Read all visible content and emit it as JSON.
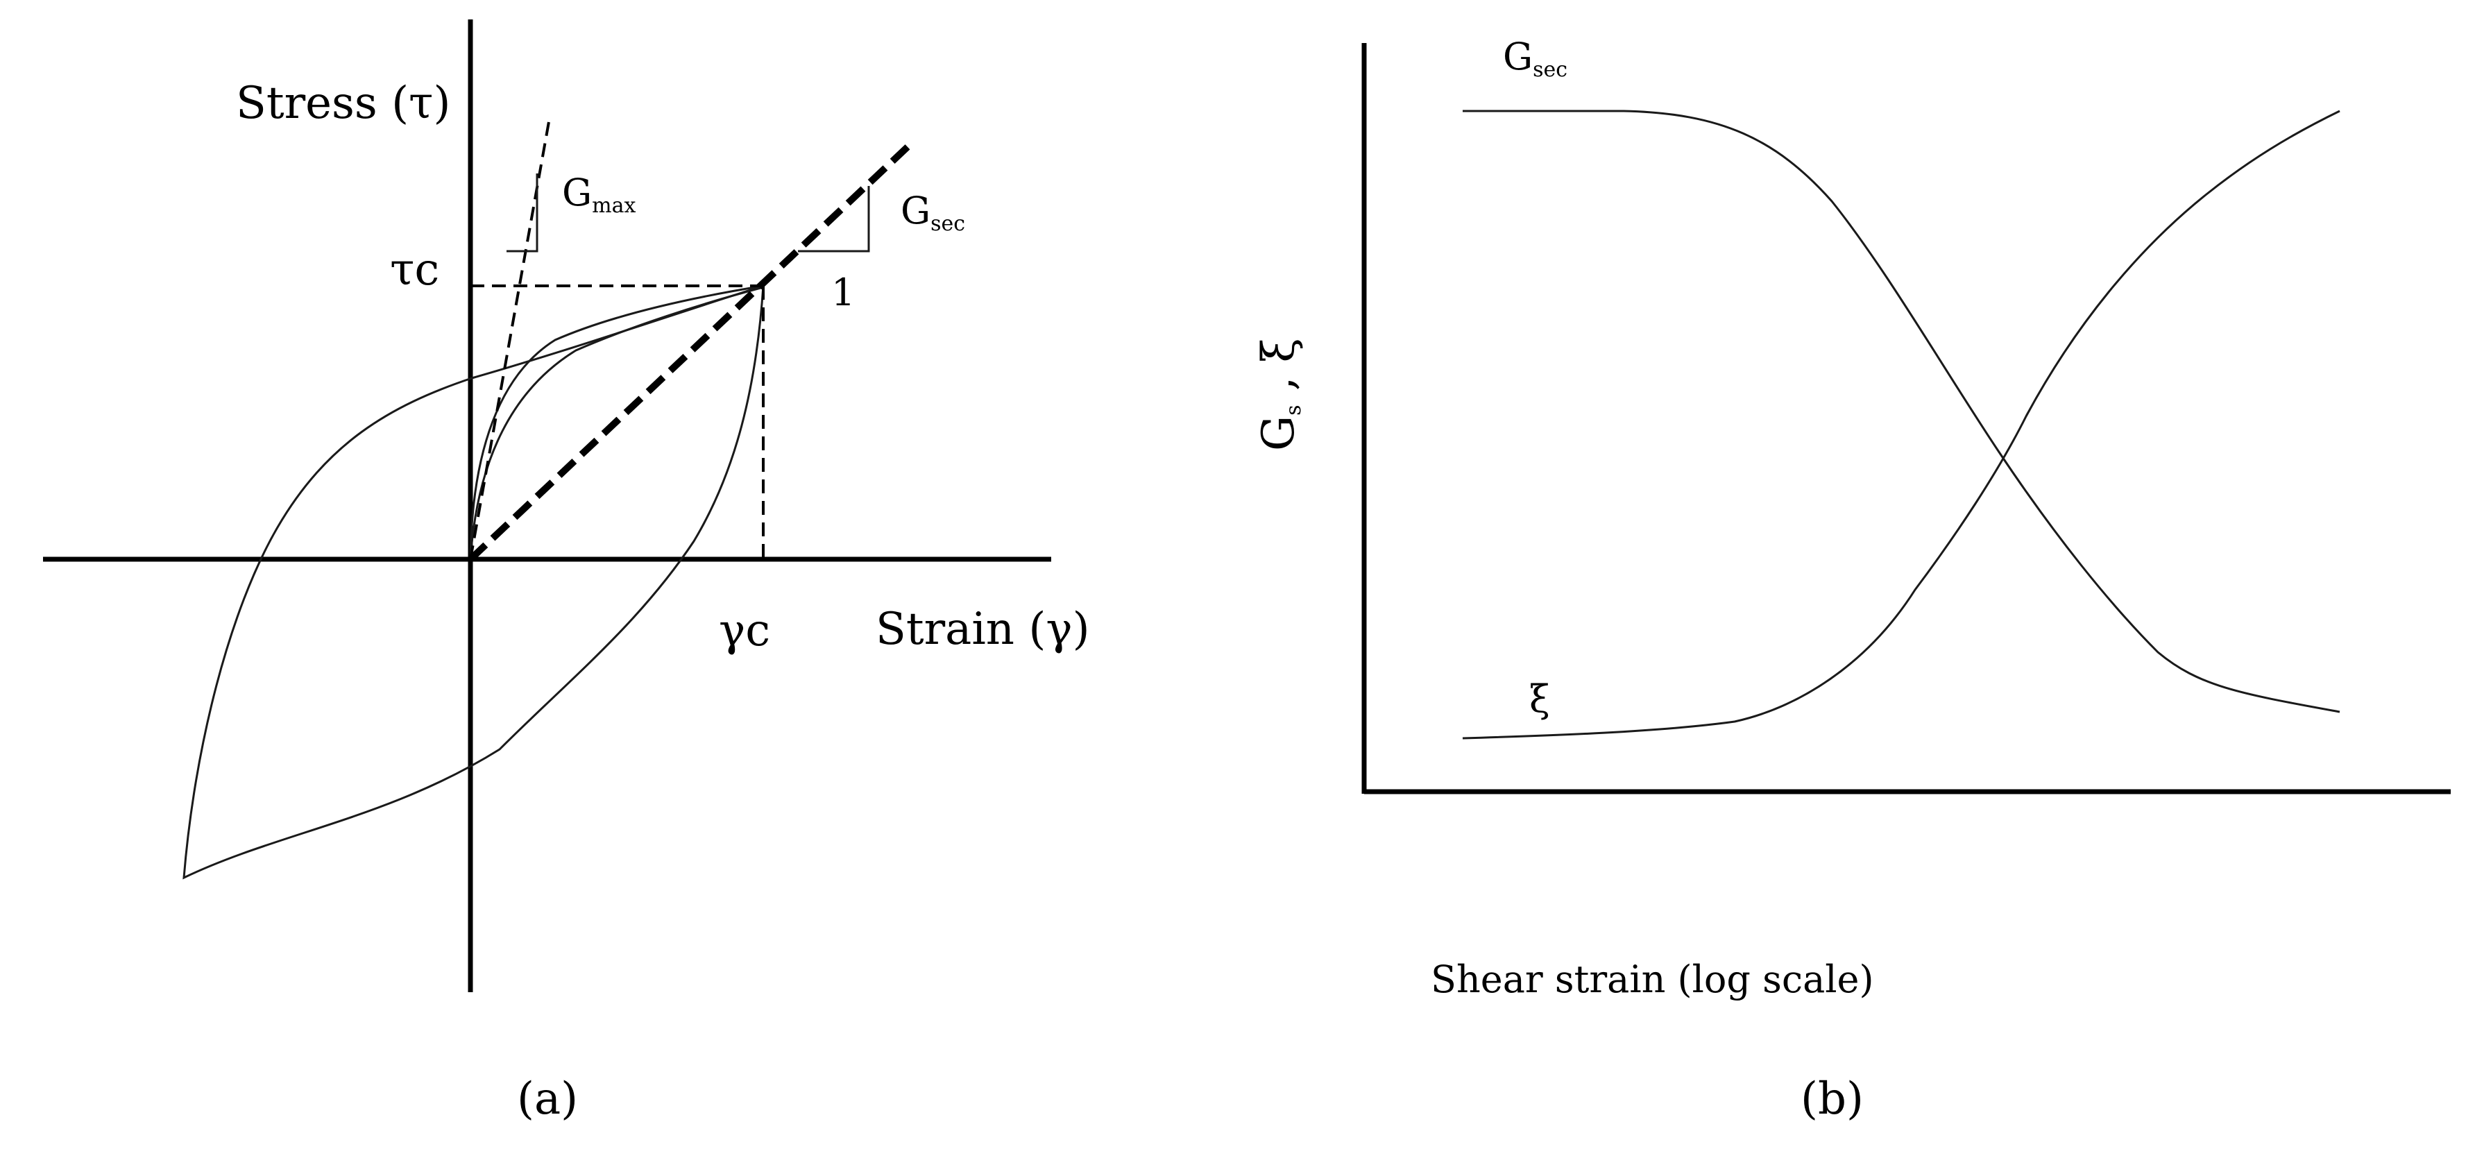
{
  "panel_a": {
    "caption": "(a)",
    "y_axis_label": "Stress (τ)",
    "x_axis_label": "Strain (γ)",
    "tau_c_label": "τc",
    "gamma_c_label": "γc",
    "gmax_label": {
      "main": "G",
      "sub": "max"
    },
    "gsec_label": {
      "main": "G",
      "sub": "sec"
    },
    "slope_unit_label": "1"
  },
  "panel_b": {
    "caption": "(b)",
    "y_axis_label": {
      "main": "G",
      "sub": "s",
      "rest": " , ξ"
    },
    "x_axis_label": "Shear strain (log scale)",
    "curve_gsec_label": {
      "main": "G",
      "sub": "sec"
    },
    "curve_xi_label": "ξ"
  }
}
